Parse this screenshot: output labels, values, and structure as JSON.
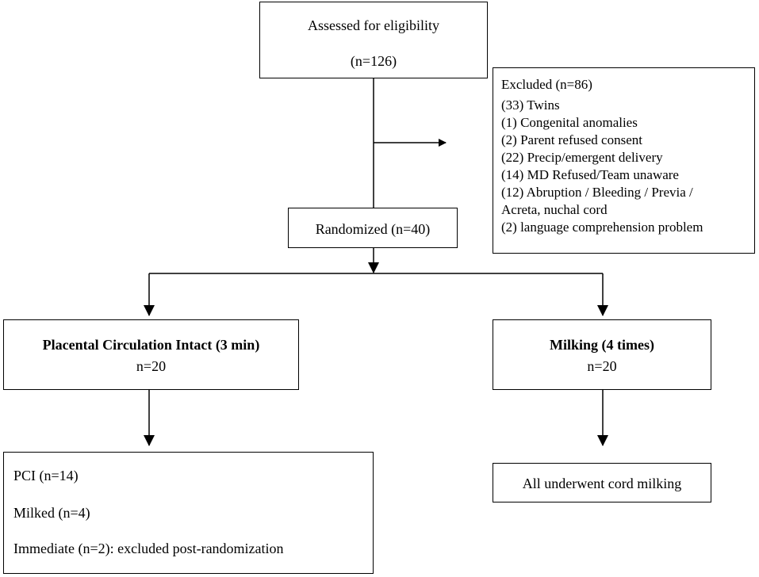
{
  "assessed": {
    "title": "Assessed for eligibility",
    "count": "(n=126)"
  },
  "excluded": {
    "title": "Excluded  (n=86)",
    "reasons": [
      "(33) Twins",
      "(1) Congenital anomalies",
      "(2) Parent refused consent",
      "(22) Precip/emergent delivery",
      "(14) MD Refused/Team unaware",
      "(12) Abruption / Bleeding / Previa /",
      "Acreta, nuchal cord",
      "(2) language comprehension problem"
    ]
  },
  "randomized": {
    "label": "Randomized (n=40)"
  },
  "arm_left": {
    "title": "Placental Circulation Intact (3 min)",
    "count": "n=20",
    "outcomes": [
      "PCI (n=14)",
      "Milked (n=4)",
      "Immediate (n=2): excluded post-randomization"
    ]
  },
  "arm_right": {
    "title": "Milking (4 times)",
    "count": "n=20",
    "outcome": "All underwent cord milking"
  }
}
